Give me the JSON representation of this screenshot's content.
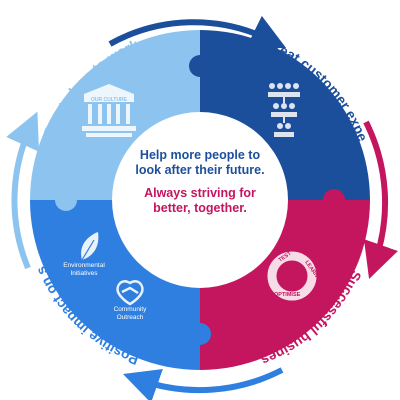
{
  "center": {
    "line1": "Help more people to look after their future.",
    "line2": "Always striving for better, together."
  },
  "outer_labels": {
    "top_left": "Great place to work",
    "top_right": "Great customer experiences",
    "bottom_right": "Successful business",
    "bottom_left": "Positive impact on society"
  },
  "quadrants": {
    "top_left": {
      "color": "#8cc4ef",
      "icon": "building-icon",
      "icon_label": "OUR CULTURE"
    },
    "top_right": {
      "color": "#1c4f9b",
      "icon": "org-chart-icon"
    },
    "bottom_right": {
      "color": "#c4155f",
      "icon": "cycle-icon",
      "cycle_words": [
        "TEST",
        "LEARN",
        "OPTIMISE"
      ]
    },
    "bottom_left": {
      "color": "#2f7fe0",
      "items": [
        {
          "icon": "leaf-icon",
          "label": "Environmental Initiatives"
        },
        {
          "icon": "handshake-icon",
          "label": "Community Outreach"
        }
      ]
    }
  },
  "colors": {
    "light_blue": "#8cc4ef",
    "navy": "#1c4f9b",
    "magenta": "#c4155f",
    "blue": "#2f7fe0"
  }
}
